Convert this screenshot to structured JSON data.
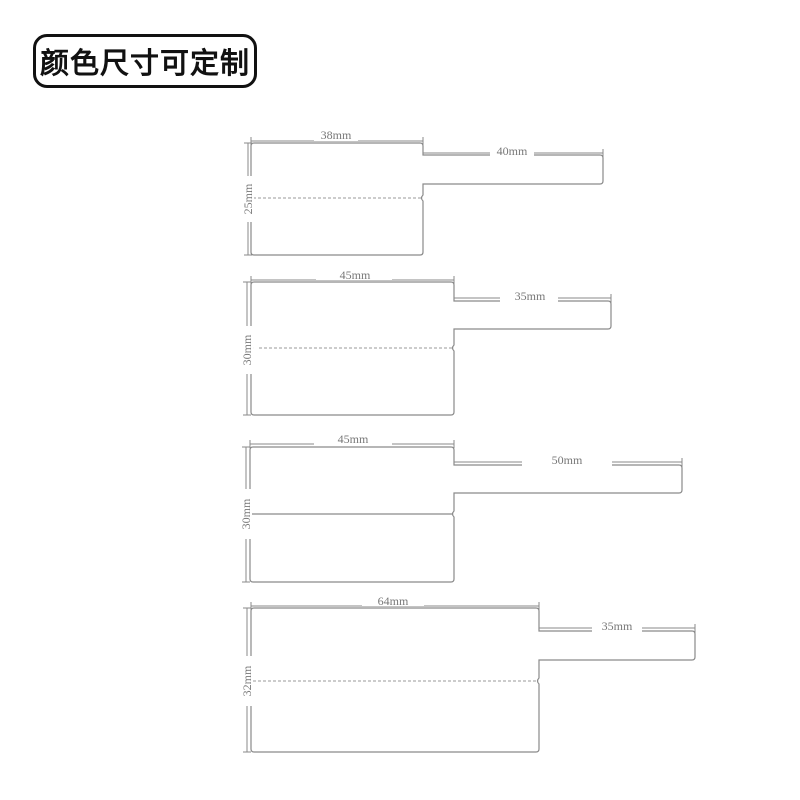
{
  "header": {
    "badge_text": "颜色尺寸可定制"
  },
  "tags": [
    {
      "body_width_label": "38mm",
      "tail_length_label": "40mm",
      "height_label": "25mm",
      "divider": "dashed"
    },
    {
      "body_width_label": "45mm",
      "tail_length_label": "35mm",
      "height_label": "30mm",
      "divider": "dashed"
    },
    {
      "body_width_label": "45mm",
      "tail_length_label": "50mm",
      "height_label": "30mm",
      "divider": "solid"
    },
    {
      "body_width_label": "64mm",
      "tail_length_label": "35mm",
      "height_label": "32mm",
      "divider": "dashed"
    }
  ],
  "colors": {
    "outline": "#8a8a8a",
    "label": "#777777",
    "badge_border": "#111111"
  }
}
